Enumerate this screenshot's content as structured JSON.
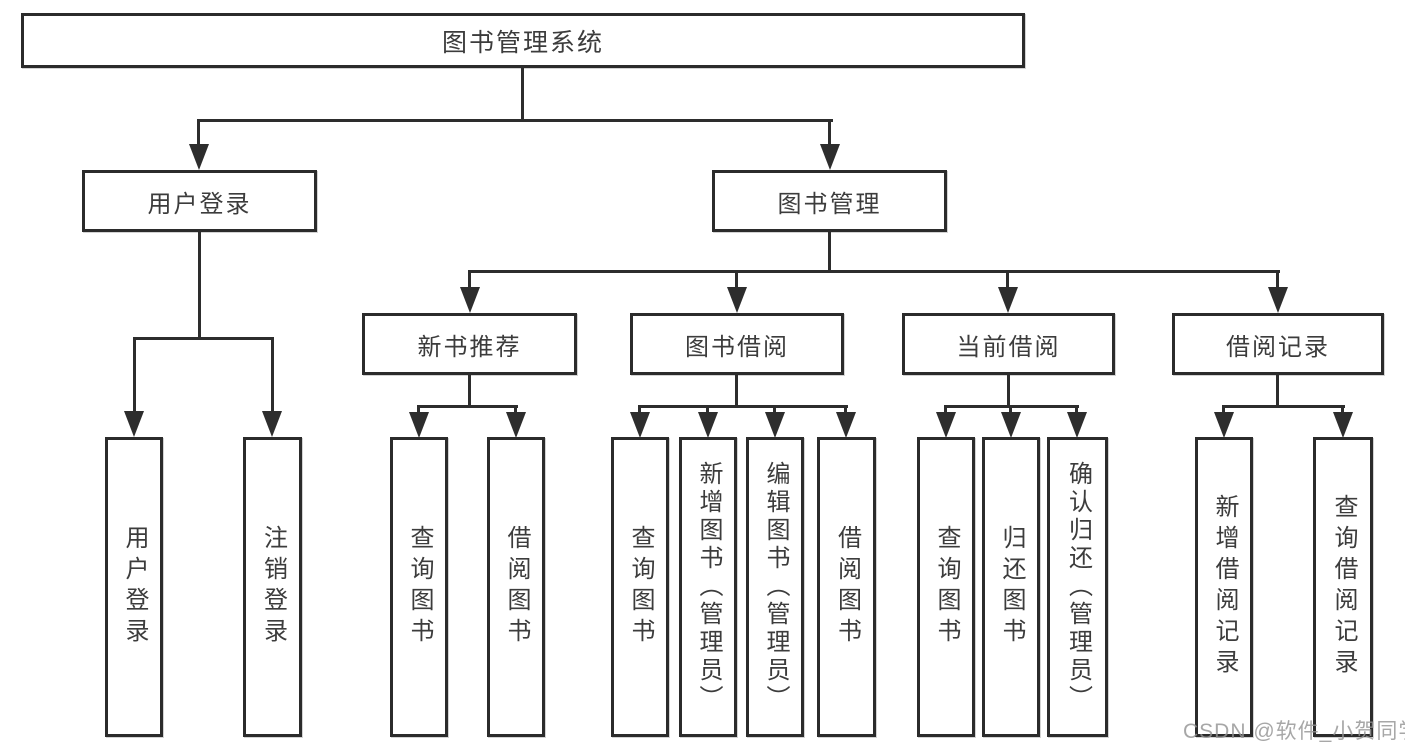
{
  "diagram": {
    "type": "tree",
    "title": "图书管理系统",
    "colors": {
      "background": "#ffffff",
      "box_border": "#2b2b2b",
      "line": "#2d2d2d",
      "text": "#3c3c3c",
      "watermark": "#949494"
    },
    "watermark": "CSDN @软件_小贺同学",
    "nodes": {
      "root": {
        "label": "图书管理系统"
      },
      "user_login": {
        "label": "用户登录"
      },
      "book_mgmt": {
        "label": "图书管理"
      },
      "new_rec": {
        "label": "新书推荐"
      },
      "borrow": {
        "label": "图书借阅"
      },
      "current": {
        "label": "当前借阅"
      },
      "records": {
        "label": "借阅记录"
      },
      "leaf_user_login": {
        "label": "用户登录"
      },
      "leaf_logout": {
        "label": "注销登录"
      },
      "leaf_rec_query": {
        "label": "查询图书"
      },
      "leaf_rec_borrow": {
        "label": "借阅图书"
      },
      "leaf_bor_query": {
        "label": "查询图书"
      },
      "leaf_bor_add": {
        "label": "新增图书（管理员）"
      },
      "leaf_bor_edit": {
        "label": "编辑图书（管理员）"
      },
      "leaf_bor_borrow": {
        "label": "借阅图书"
      },
      "leaf_cur_query": {
        "label": "查询图书"
      },
      "leaf_cur_return": {
        "label": "归还图书"
      },
      "leaf_cur_confirm": {
        "label": "确认归还（管理员）"
      },
      "leaf_rcd_add": {
        "label": "新增借阅记录"
      },
      "leaf_rcd_query": {
        "label": "查询借阅记录"
      }
    },
    "edges": [
      "图书管理系统->用户登录",
      "图书管理系统->图书管理",
      "用户登录->用户登录(叶)",
      "用户登录->注销登录",
      "图书管理->新书推荐",
      "图书管理->图书借阅",
      "图书管理->当前借阅",
      "图书管理->借阅记录",
      "新书推荐->查询图书",
      "新书推荐->借阅图书",
      "图书借阅->查询图书",
      "图书借阅->新增图书（管理员）",
      "图书借阅->编辑图书（管理员）",
      "图书借阅->借阅图书",
      "当前借阅->查询图书",
      "当前借阅->归还图书",
      "当前借阅->确认归还（管理员）",
      "借阅记录->新增借阅记录",
      "借阅记录->查询借阅记录"
    ]
  }
}
